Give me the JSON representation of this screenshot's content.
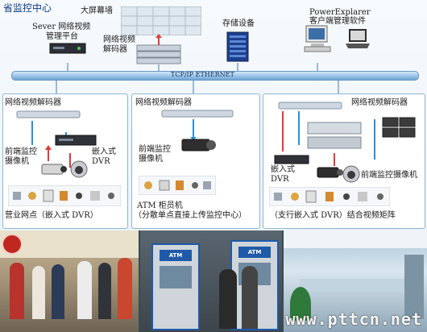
{
  "top": {
    "title": "省监控中心",
    "videowall": "大屏幕墙",
    "server_l1": "Sever 网络视频",
    "server_l2": "管理平台",
    "decoder_l1": "网络视频",
    "decoder_l2": "解码器",
    "storage": "存储设备",
    "client_l1": "PowerExplarer",
    "client_l2": "客户端管理软件",
    "ethernet": "TCP/IP ETHERNET"
  },
  "panels": [
    {
      "decoder": "网络视频解码器",
      "camera_l1": "前端监控",
      "camera_l2": "摄像机",
      "dvr_l1": "嵌入式",
      "dvr_l2": "DVR",
      "caption": "营业网点（嵌入式 DVR）"
    },
    {
      "decoder": "网络视频解码器",
      "camera_l1": "前端监控",
      "camera_l2": "摄像机",
      "caption_l1": "ATM 柜员机",
      "caption_l2": "（分散单点直接上传监控中心）"
    },
    {
      "decoder": "网络视频解码器",
      "dvr_l1": "嵌入式",
      "dvr_l2": "DVR",
      "camera": "前端监控摄像机",
      "caption": "（支行嵌入式 DVR）结合视频矩阵"
    }
  ],
  "photos": {
    "atm_sign": "ATM"
  },
  "watermark": "www.pttcn.net",
  "colors": {
    "ethernet_bar": "#9fc6e8",
    "panel_border": "#8fb6d4",
    "arrow_red": "#e23a3a",
    "arrow_blue": "#2a8fd6",
    "atm_blue": "#1f5aa8"
  }
}
